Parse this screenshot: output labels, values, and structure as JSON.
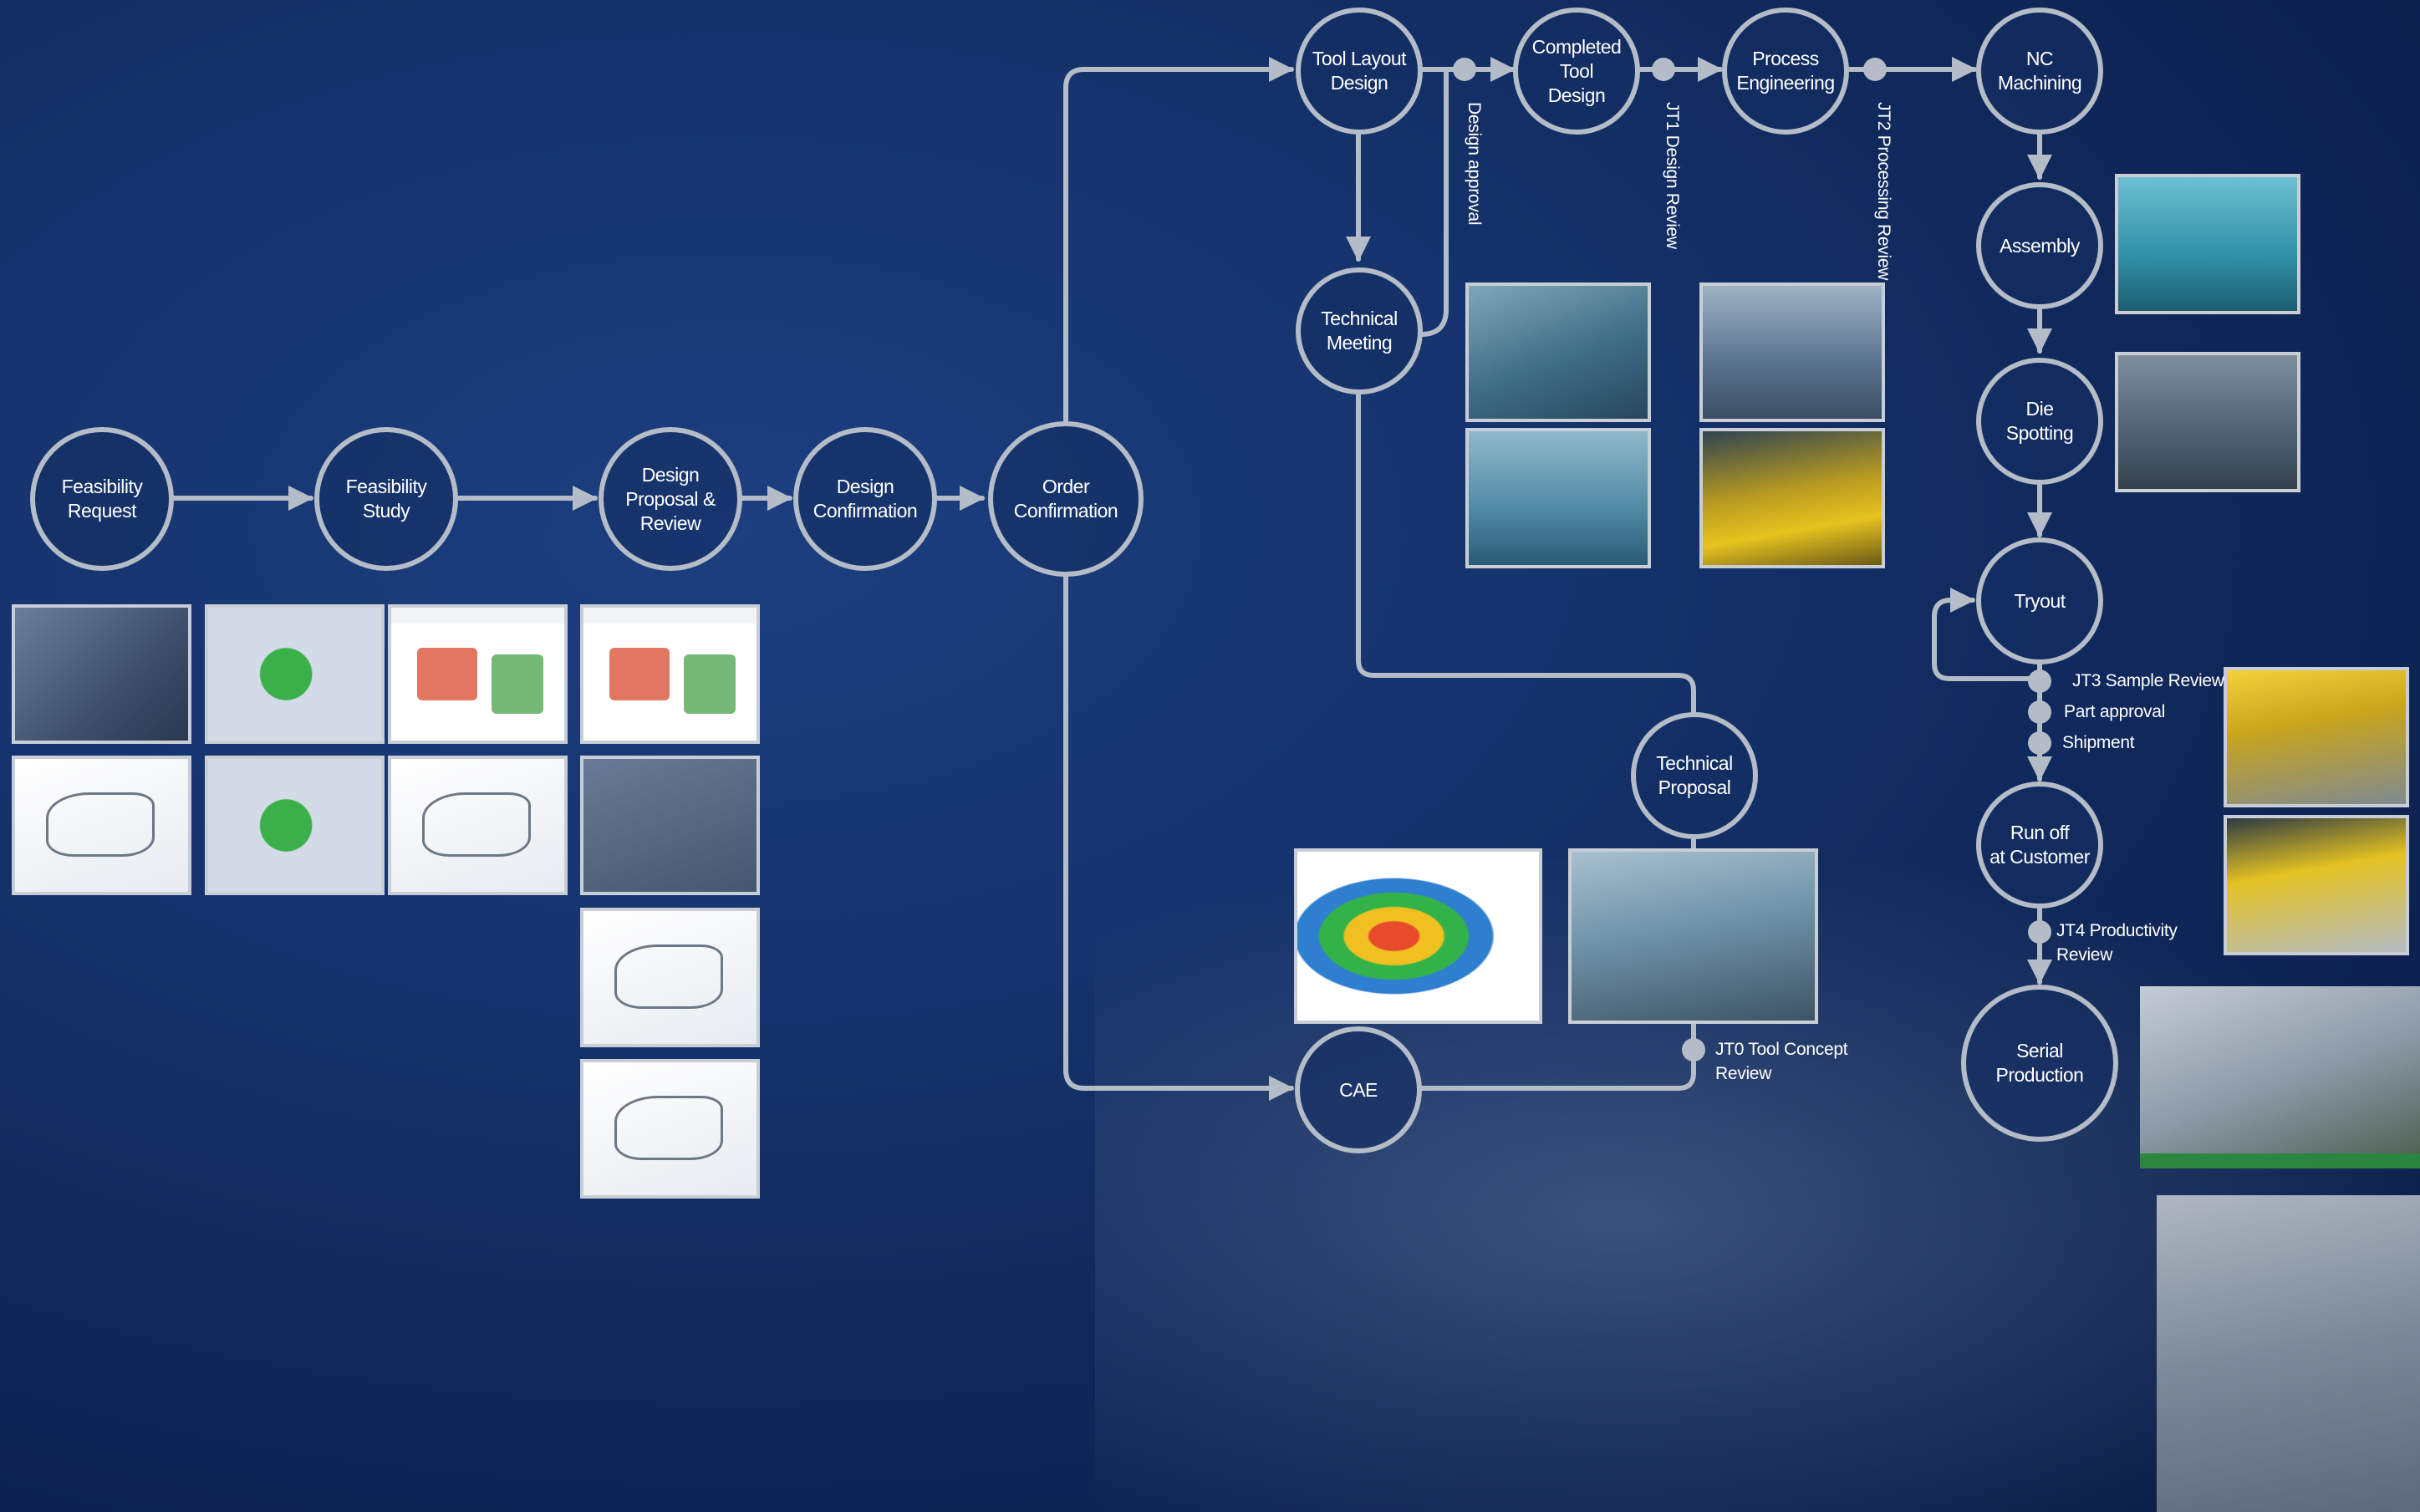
{
  "nodes": {
    "feasibility_request": "Feasibility\nRequest",
    "feasibility_study": "Feasibility\nStudy",
    "design_proposal": "Design\nProposal &\nReview",
    "design_confirmation": "Design\nConfirmation",
    "order_confirmation": "Order\nConfirmation",
    "tool_layout_design": "Tool Layout\nDesign",
    "completed_tool_design": "Completed\nTool\nDesign",
    "process_engineering": "Process\nEngineering",
    "nc_machining": "NC\nMachining",
    "technical_meeting": "Technical\nMeeting",
    "assembly": "Assembly",
    "die_spotting": "Die\nSpotting",
    "tryout": "Tryout",
    "technical_proposal": "Technical\nProposal",
    "run_off": "Run off\nat Customer",
    "cae": "CAE",
    "serial_production": "Serial\nProduction"
  },
  "milestones": {
    "design_approval": "Design approval",
    "jt1": "JT1 Design Review",
    "jt2": "JT2 Processing Review",
    "jt3": "JT3 Sample Review",
    "part_approval": "Part approval",
    "shipment": "Shipment",
    "jt4_line1": "JT4 Productivity",
    "jt4_line2": "Review",
    "jt0_line1": "JT0 Tool Concept",
    "jt0_line2": "Review"
  },
  "colors": {
    "line": "#b4bcc8",
    "background": "#15336c",
    "text": "#ffffff"
  }
}
